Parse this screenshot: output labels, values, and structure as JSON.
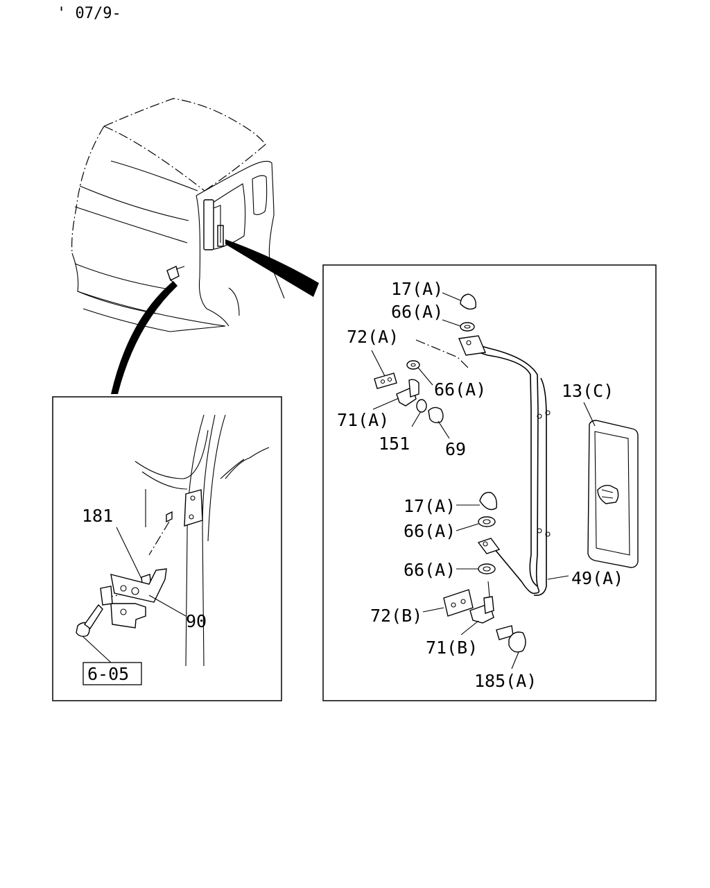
{
  "header": {
    "date_code": "' 07/9-"
  },
  "callouts": {
    "p17a_top": "17(A)",
    "p66a_1": "66(A)",
    "p72a": "72(A)",
    "p66a_2": "66(A)",
    "p71a": "71(A)",
    "p151": "151",
    "p69": "69",
    "p13c": "13(C)",
    "p17a_mid": "17(A)",
    "p66a_3": "66(A)",
    "p66a_4": "66(A)",
    "p49a": "49(A)",
    "p72b": "72(B)",
    "p71b": "71(B)",
    "p185a": "185(A)",
    "p181": "181",
    "p90": "90",
    "ref_605": "6-05"
  }
}
